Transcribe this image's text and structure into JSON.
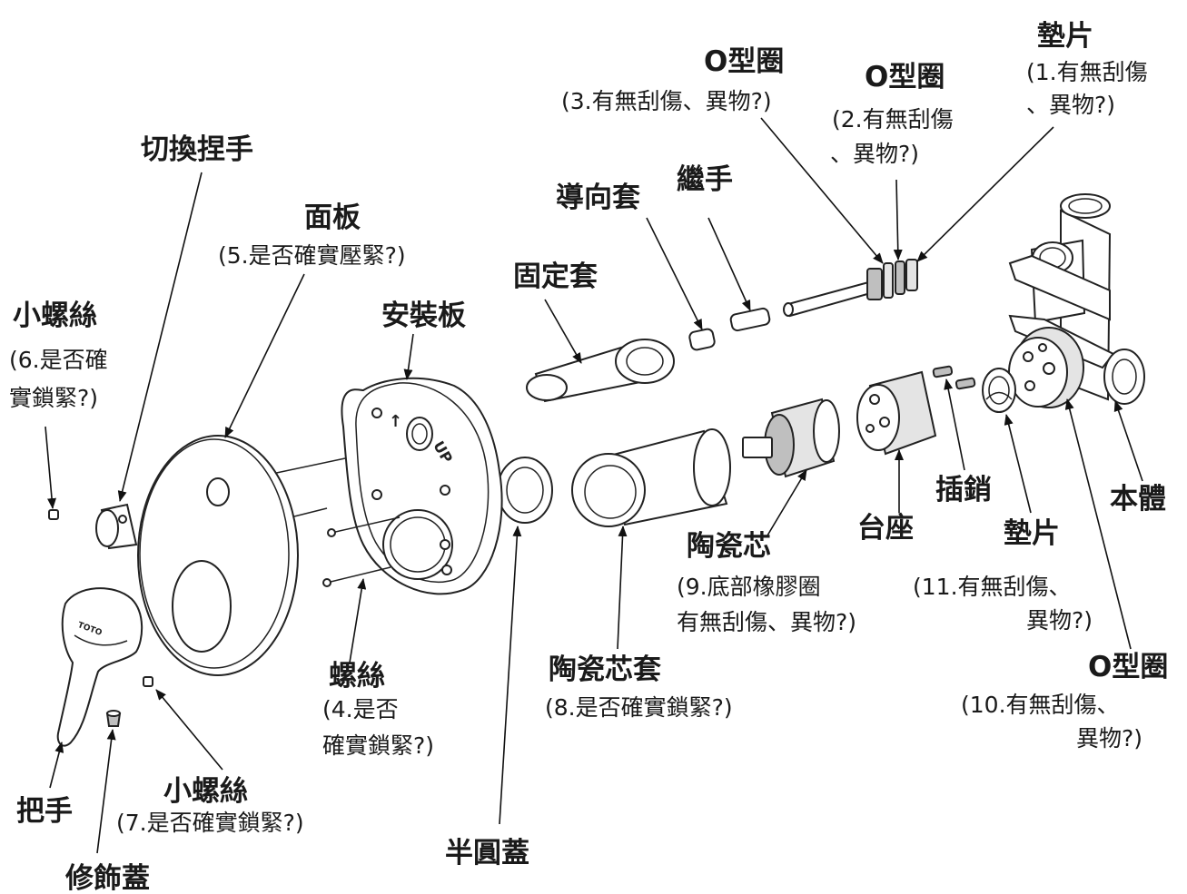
{
  "labels": {
    "dianpian_top": {
      "name": "墊片",
      "note1": "(1.有無刮傷",
      "note2": "、異物?)"
    },
    "oring_2": {
      "name": "O型圈",
      "note1": "(2.有無刮傷",
      "note2": "、異物?)"
    },
    "oring_3": {
      "name": "O型圈",
      "note1": "(3.有無刮傷、異物?)"
    },
    "switch_handle": {
      "name": "切換捏手"
    },
    "guide_sleeve": {
      "name": "導向套"
    },
    "connector": {
      "name": "繼手"
    },
    "panel": {
      "name": "面板",
      "note1": "(5.是否確實壓緊?)"
    },
    "fixing_sleeve": {
      "name": "固定套"
    },
    "mounting_plate": {
      "name": "安裝板"
    },
    "small_screw_6": {
      "name": "小螺絲",
      "note1": "(6.是否確",
      "note2": "實鎖緊?)"
    },
    "cartridge": {
      "name": "陶瓷芯",
      "note1": "(9.底部橡膠圈",
      "note2": "有無刮傷、異物?)"
    },
    "seat": {
      "name": "台座"
    },
    "pin": {
      "name": "插銷"
    },
    "body": {
      "name": "本體"
    },
    "dianpian_11": {
      "name": "墊片",
      "note1": "(11.有無刮傷、",
      "note2": "異物?)"
    },
    "oring_10": {
      "name": "O型圈",
      "note1": "(10.有無刮傷、",
      "note2": "異物?)"
    },
    "screw_4": {
      "name": "螺絲",
      "note1": "(4.是否",
      "note2": "確實鎖緊?)"
    },
    "cartridge_sleeve": {
      "name": "陶瓷芯套",
      "note1": "(8.是否確實鎖緊?)"
    },
    "small_screw_7": {
      "name": "小螺絲",
      "note1": "(7.是否確實鎖緊?)"
    },
    "lever": {
      "name": "把手"
    },
    "trim_cap": {
      "name": "修飾蓋"
    },
    "half_cover": {
      "name": "半圓蓋"
    }
  },
  "plate_marks": {
    "up": "UP",
    "arrow": "↑"
  },
  "lever_brand": "TOTO"
}
